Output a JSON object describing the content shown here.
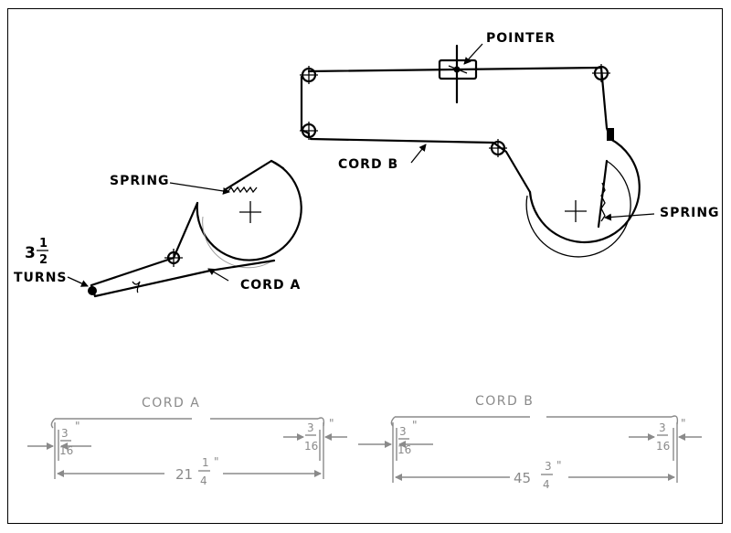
{
  "labels": {
    "pointer": "POINTER",
    "spring_left": "SPRING",
    "spring_right": "SPRING",
    "cord_a": "CORD A",
    "cord_b": "CORD B",
    "turns_whole": "3",
    "turns_num": "1",
    "turns_den": "2",
    "turns_word": "TURNS"
  },
  "cord_a_dim": {
    "title": "CORD A",
    "end_num": "3",
    "end_den": "16",
    "inch": "\"",
    "length_whole": "21",
    "length_num": "1",
    "length_den": "4"
  },
  "cord_b_dim": {
    "title": "CORD B",
    "end_num": "3",
    "end_den": "16",
    "inch": "\"",
    "length_whole": "45",
    "length_num": "3",
    "length_den": "4"
  }
}
